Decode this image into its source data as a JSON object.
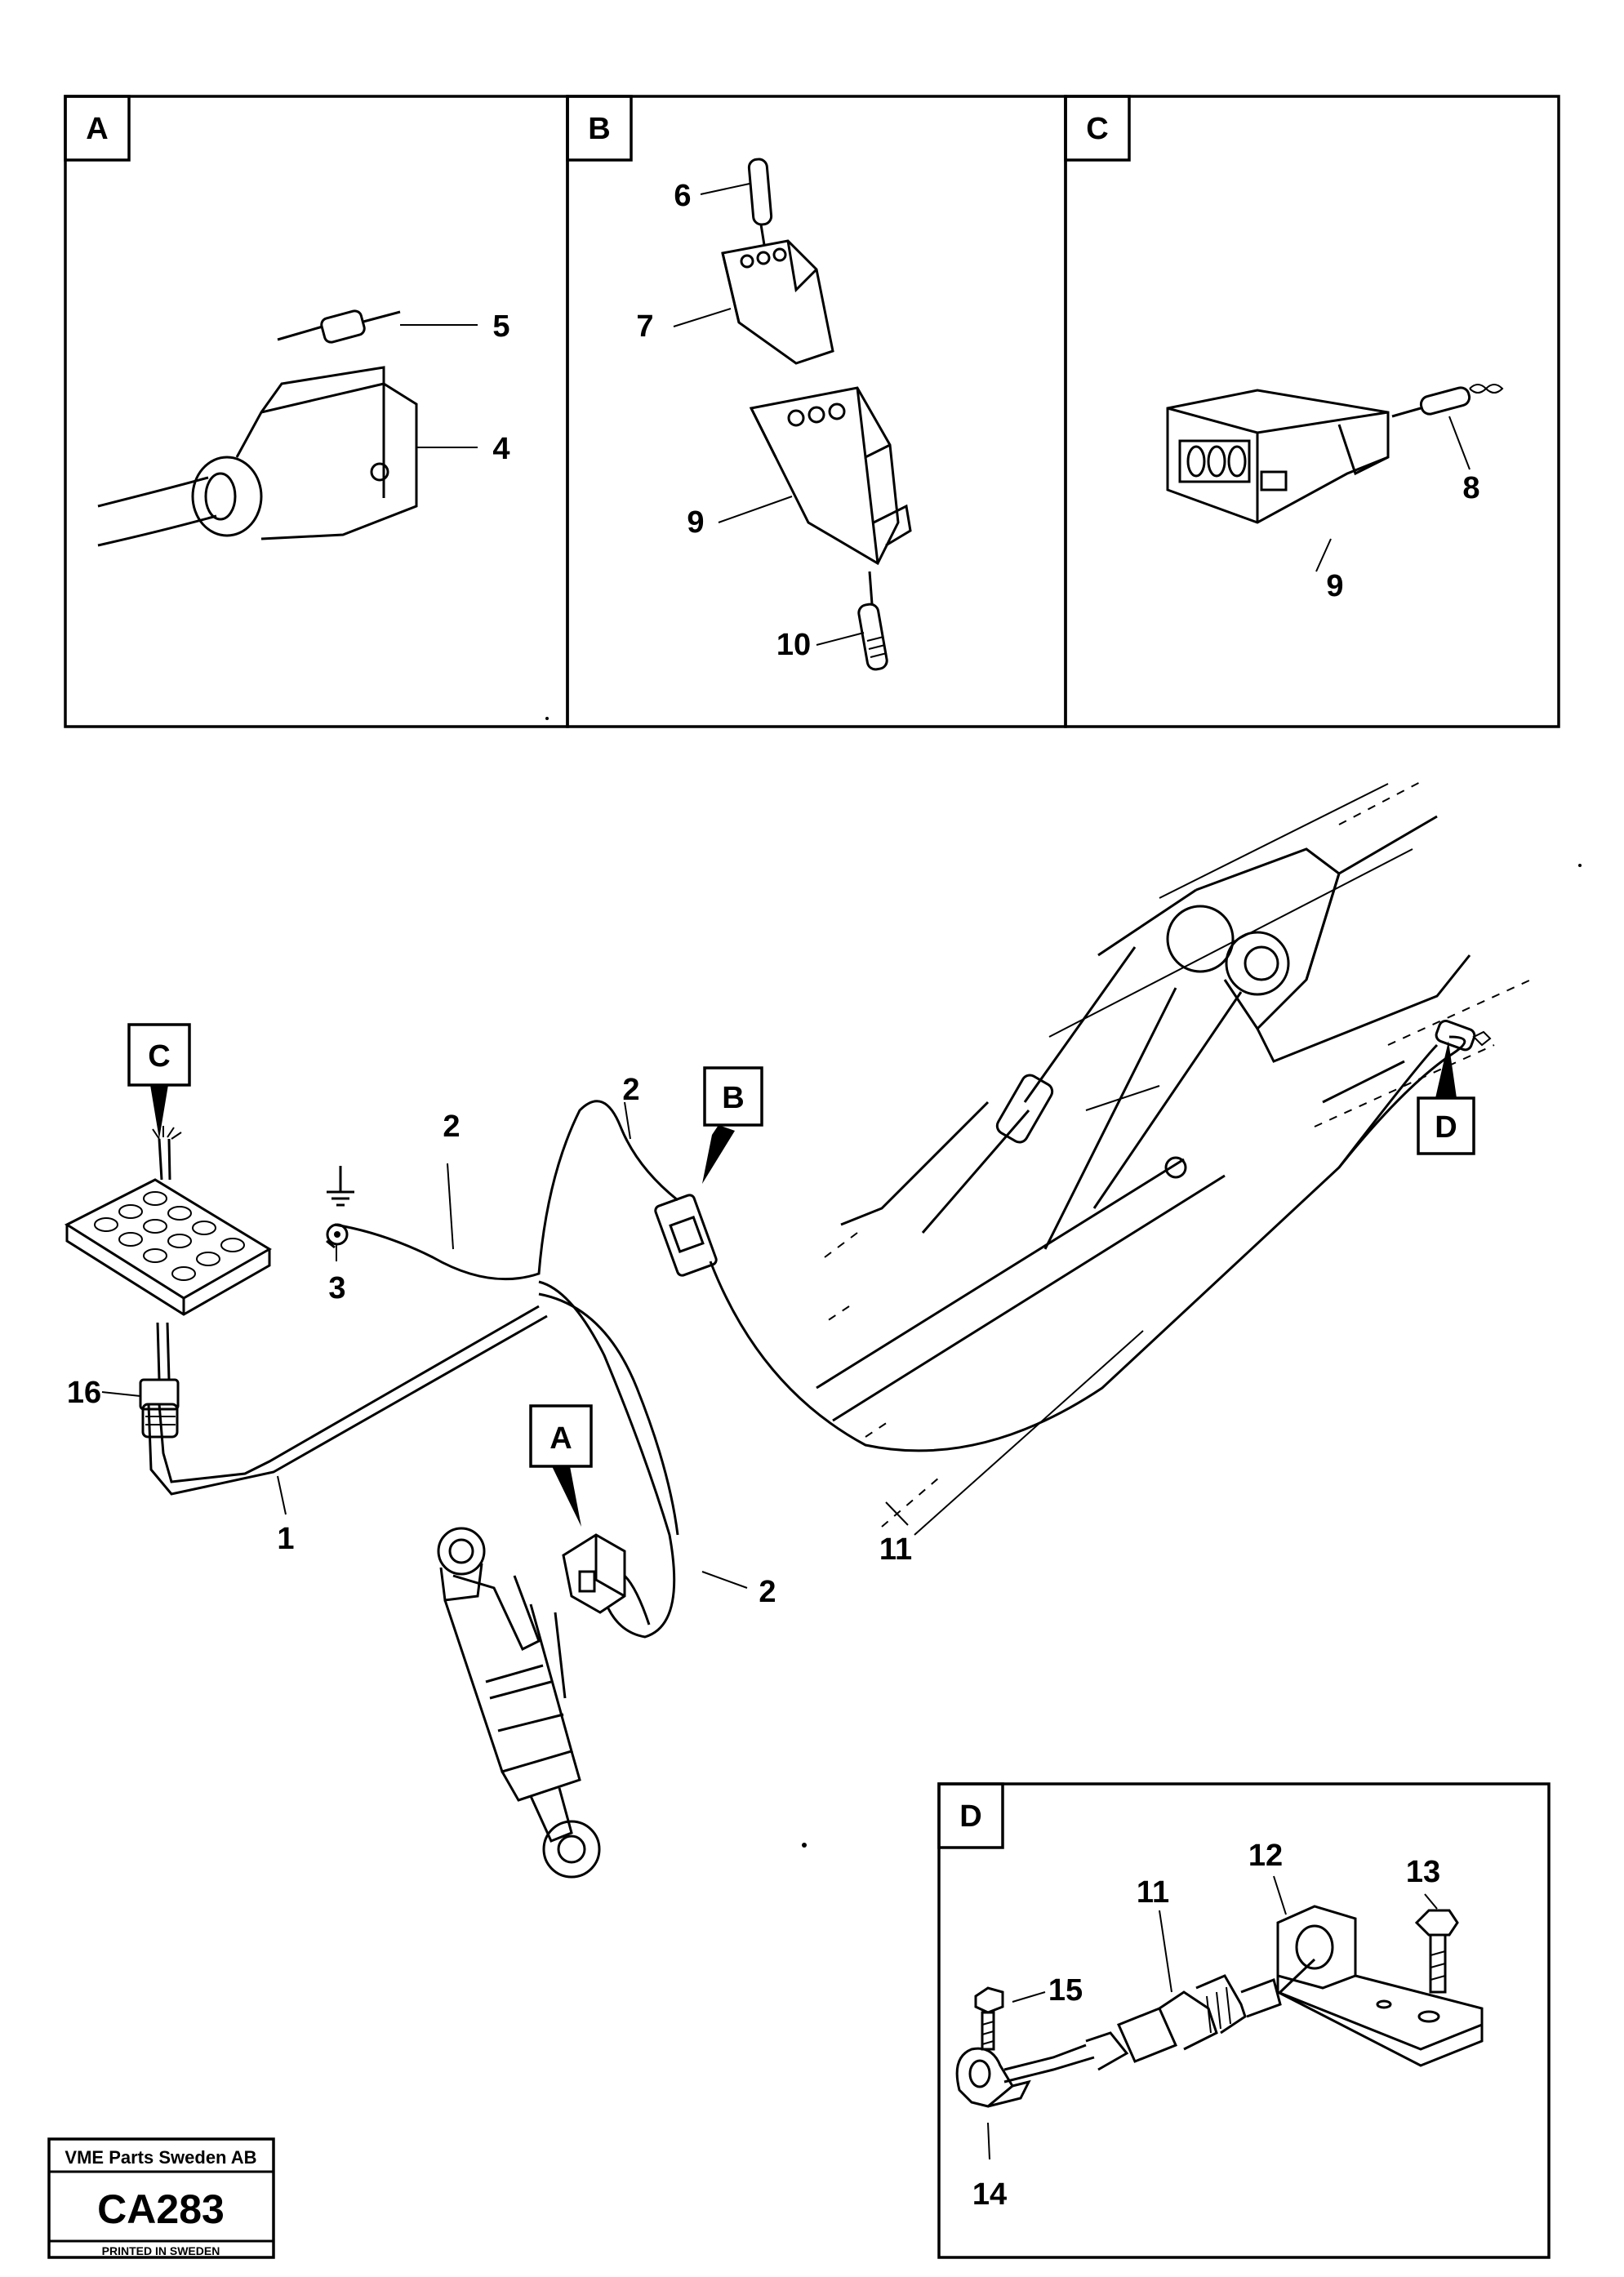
{
  "panels": {
    "A": {
      "tag": "A"
    },
    "B": {
      "tag": "B"
    },
    "C": {
      "tag": "C"
    },
    "D": {
      "tag": "D"
    }
  },
  "callouts": {
    "c1": "1",
    "c2a": "2",
    "c2b": "2",
    "c2c": "2",
    "c3": "3",
    "c4": "4",
    "c5": "5",
    "c6": "6",
    "c7": "7",
    "c8": "8",
    "c9a": "9",
    "c9b": "9",
    "c10": "10",
    "c11a": "11",
    "c11b": "11",
    "c12": "12",
    "c13": "13",
    "c14": "14",
    "c15": "15",
    "c16": "16"
  },
  "pointer_tags": {
    "C": "C",
    "B": "B",
    "A": "A",
    "D": "D"
  },
  "footer": {
    "company": "VME Parts Sweden AB",
    "code": "CA283",
    "printed": "PRINTED IN SWEDEN"
  }
}
